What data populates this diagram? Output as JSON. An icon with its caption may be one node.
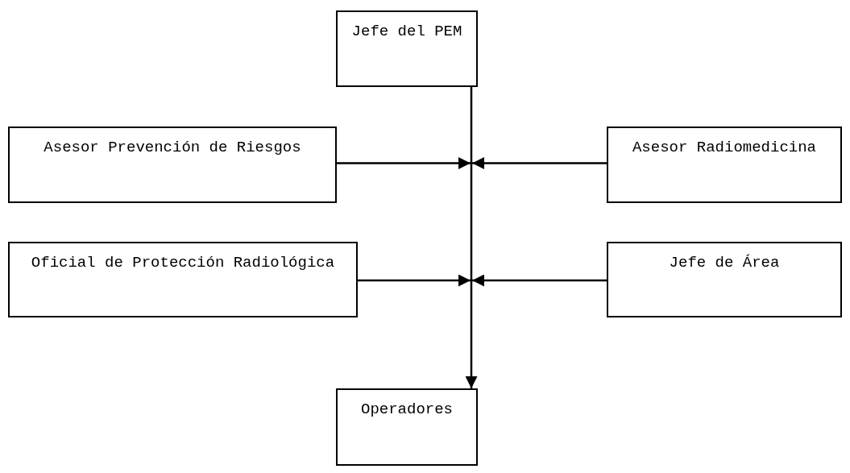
{
  "diagram": {
    "nodes": [
      {
        "text": [
          "Jefe del PEM"
        ]
      },
      {
        "text": [
          "Asesor Prevención de Riesgos"
        ]
      },
      {
        "text": [
          "Asesor Radiomedicina"
        ]
      },
      {
        "text": [
          "Oficial de Protección Radiológica"
        ]
      },
      {
        "text": [
          "Jefe de Área"
        ]
      },
      {
        "text": [
          "Operadores"
        ]
      }
    ],
    "edges": [
      {
        "from": 0,
        "to": 5,
        "arrow": "to"
      },
      {
        "from": 1,
        "to": null,
        "arrow": "to"
      },
      {
        "from": 2,
        "to": null,
        "arrow": "to"
      },
      {
        "from": 3,
        "to": null,
        "arrow": "to"
      },
      {
        "from": 4,
        "to": null,
        "arrow": "to"
      }
    ]
  }
}
